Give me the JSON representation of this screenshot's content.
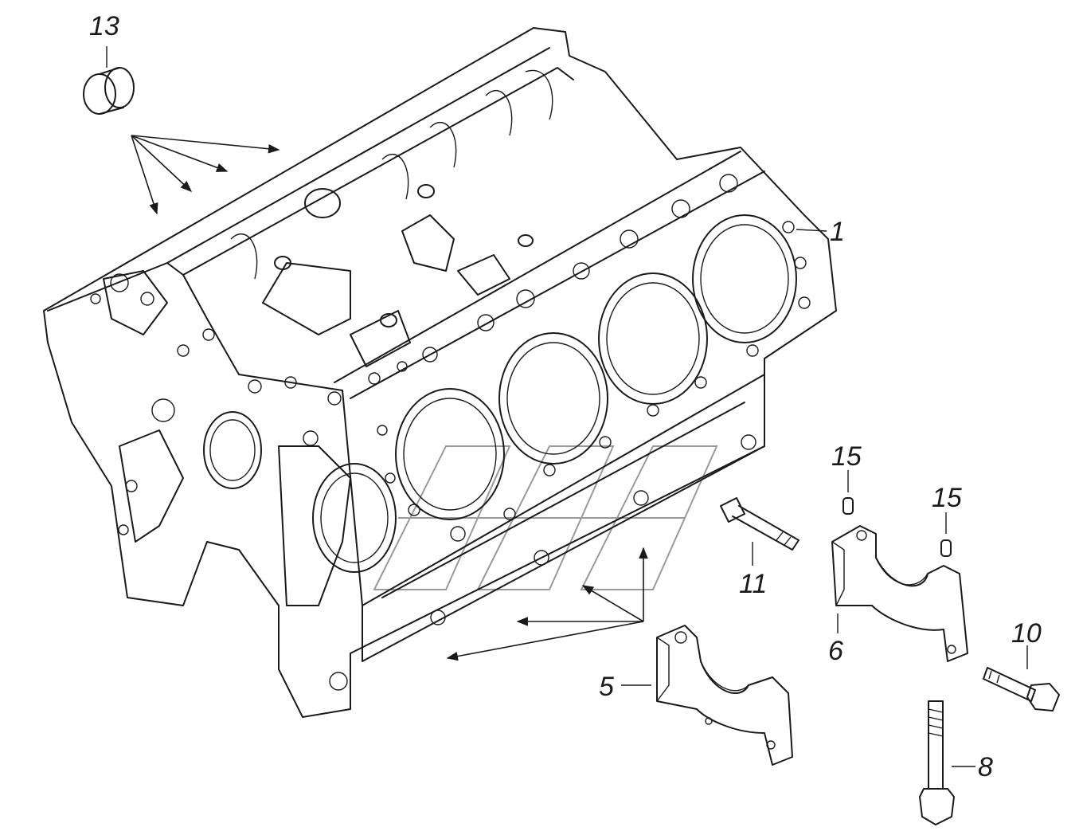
{
  "diagram": {
    "background": "#ffffff",
    "line_color": "#1a1a1a",
    "labels": {
      "l1": "1",
      "l5": "5",
      "l6": "6",
      "l8": "8",
      "l10": "10",
      "l11": "11",
      "l13": "13",
      "l15a": "15",
      "l15b": "15"
    }
  }
}
